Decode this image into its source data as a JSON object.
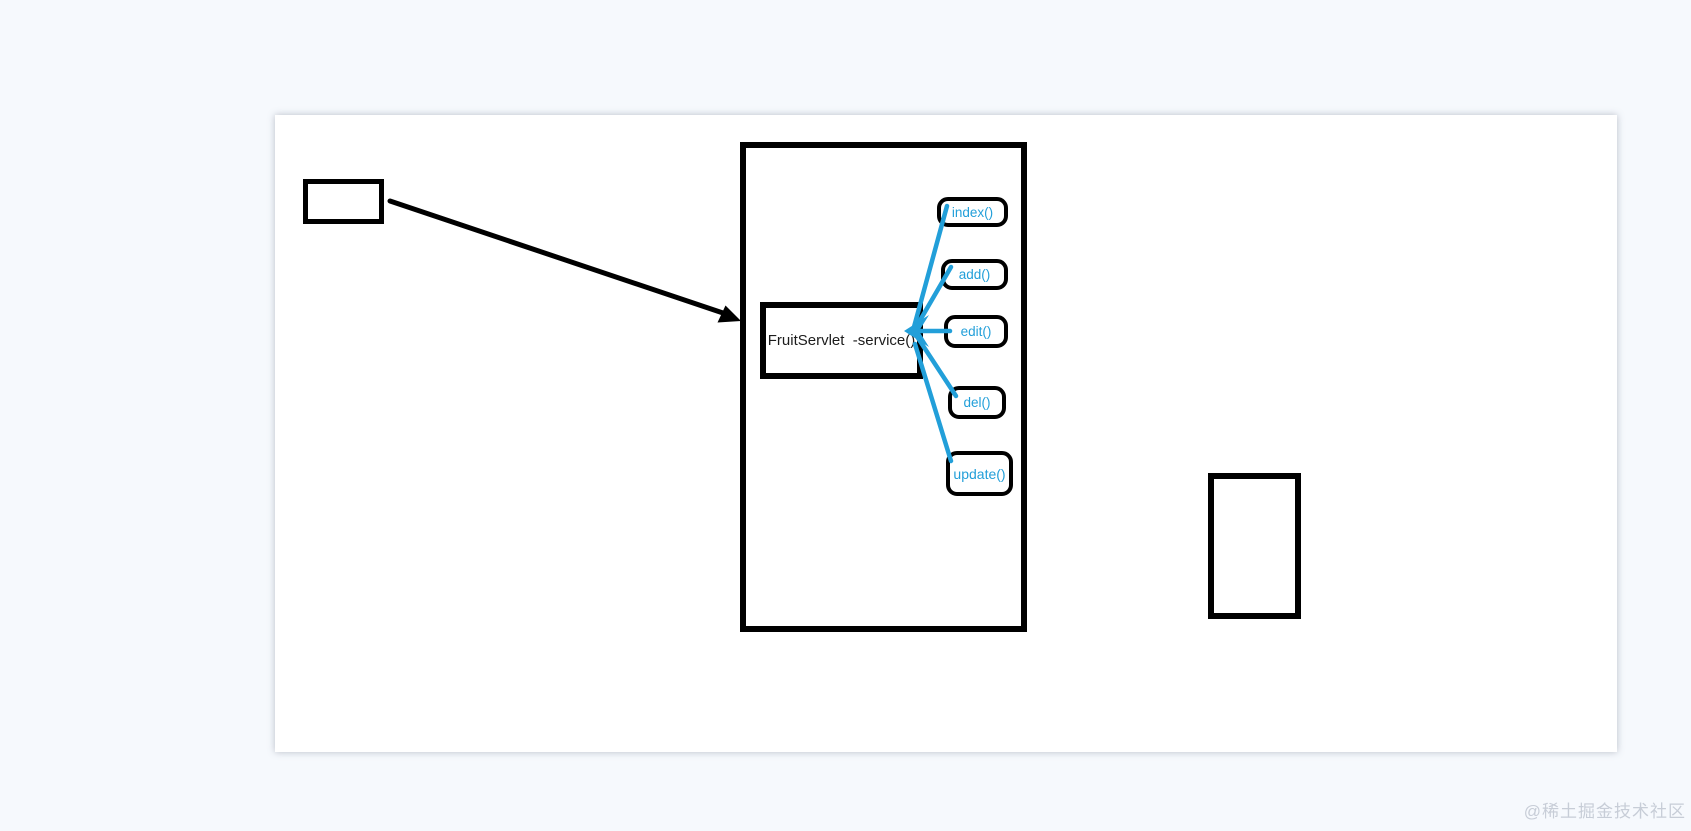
{
  "page": {
    "background_color": "#f6f9fd",
    "watermark": "@稀土掘金技术社区"
  },
  "diagram": {
    "servlet": {
      "title": "FruitServlet  -service()"
    },
    "methods": [
      {
        "label": "index()"
      },
      {
        "label": "add()"
      },
      {
        "label": "edit()"
      },
      {
        "label": "del()"
      },
      {
        "label": "update()"
      }
    ],
    "colors": {
      "accent_blue": "#229fd9",
      "line_black": "#000000"
    }
  }
}
